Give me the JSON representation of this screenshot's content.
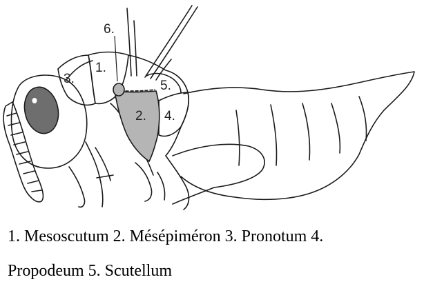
{
  "figure": {
    "labels": {
      "l1": "1.",
      "l2": "2.",
      "l3": "3.",
      "l4": "4.",
      "l5": "5.",
      "l6": "6."
    },
    "colors": {
      "highlight": "#b5b5b5",
      "eye": "#6e6e6e",
      "stroke": "#1a1a1a"
    }
  },
  "caption": {
    "line1": "1. Mesoscutum 2. Mésépiméron 3. Pronotum 4.",
    "line2": "Propodeum 5. Scutellum"
  }
}
